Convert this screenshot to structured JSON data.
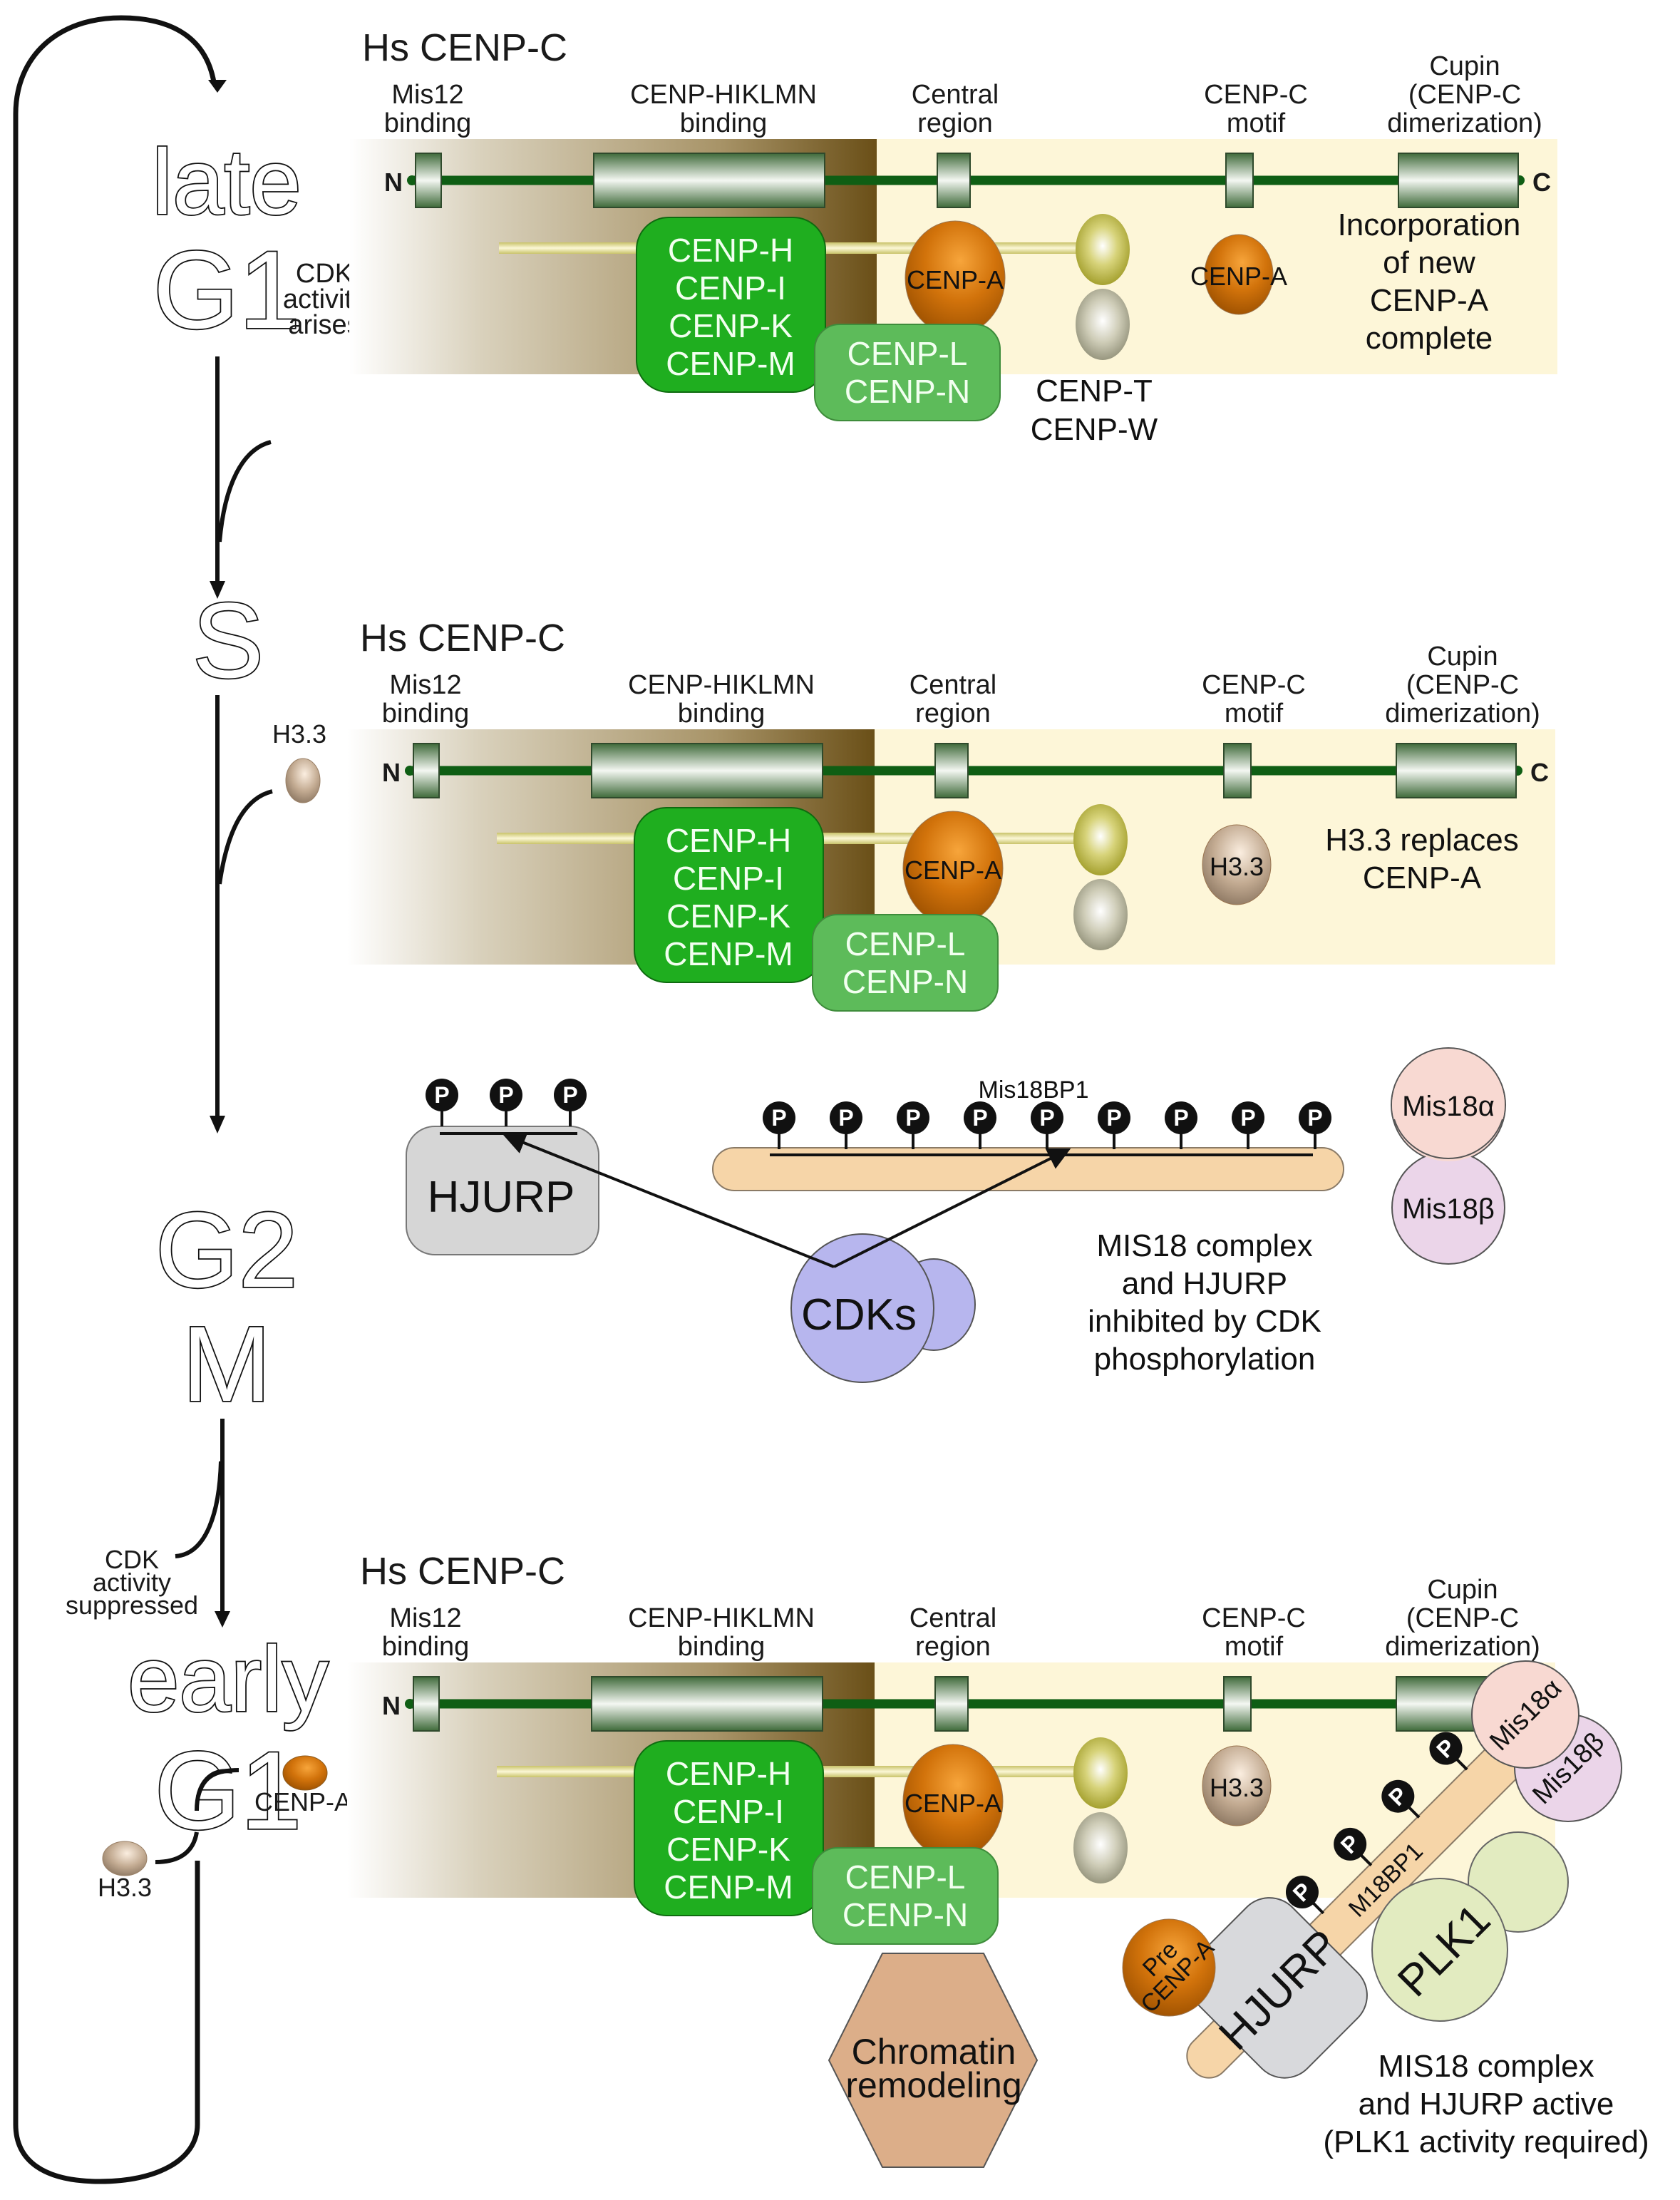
{
  "figure": {
    "cycle": {
      "phases": {
        "late_g1": [
          "late",
          "G1"
        ],
        "s": "S",
        "g2m": [
          "G2",
          "M"
        ],
        "early_g1": [
          "early",
          "G1"
        ]
      },
      "transitions": {
        "cdk_arises": [
          "CDK",
          "activity",
          "arises"
        ],
        "cdk_suppressed": [
          "CDK",
          "activity",
          "suppressed"
        ]
      },
      "histones": {
        "h33_s": "H3.3",
        "cenpa_early": "CENP-A",
        "h33_early": "H3.3"
      }
    },
    "cenpc_map": {
      "title": "Hs CENP-C",
      "n_label": "N",
      "c_label": "C",
      "domains": [
        [
          "Mis12",
          "binding"
        ],
        [
          "CENP-HIKLMN",
          "binding"
        ],
        [
          "Central",
          "region"
        ],
        [
          "CENP-C",
          "motif"
        ],
        [
          "Cupin",
          "(CENP-C",
          "dimerization)"
        ]
      ]
    },
    "complexes": {
      "hikm": [
        "CENP-H",
        "CENP-I",
        "CENP-K",
        "CENP-M"
      ],
      "ln": [
        "CENP-L",
        "CENP-N"
      ],
      "tw": [
        "CENP-T",
        "CENP-W"
      ],
      "cenpa": "CENP-A",
      "h33": "H3.3"
    },
    "panel1": {
      "nucleosome_motif": "CENP-A",
      "caption": [
        "Incorporation",
        "of new",
        "CENP-A",
        "complete"
      ]
    },
    "panel2": {
      "nucleosome_motif": "H3.3",
      "caption": [
        "H3.3 replaces",
        "CENP-A"
      ]
    },
    "panel3": {
      "hjurp": "HJURP",
      "phospho": "P",
      "hjurp_phospho_count": 3,
      "mis18bp1": "Mis18BP1",
      "mis18bp1_phospho_count": 9,
      "mis18a": "Mis18α",
      "mis18b": "Mis18β",
      "cdks": "CDKs",
      "caption": [
        "MIS18 complex",
        "and HJURP",
        "inhibited by CDK",
        "phosphorylation"
      ]
    },
    "panel4": {
      "nucleosome_motif": "H3.3",
      "m18bp1": "M18BP1",
      "phospho_count": 4,
      "mis18a": "Mis18α",
      "mis18b": "Mis18β",
      "plk1": "PLK1",
      "pre_cenpa": [
        "Pre",
        "CENP-A"
      ],
      "hjurp": "HJURP",
      "remodeling": [
        "Chromatin",
        "remodeling"
      ],
      "caption": [
        "MIS18 complex",
        "and HJURP active",
        "(PLK1 activity required)"
      ]
    },
    "colors": {
      "cenpc_line": "#0f5e14",
      "hikm_green": "#1fae1f",
      "ln_green": "#5dbb5a",
      "cenpa_orange": "#c76a06",
      "h33_tan": "#b9a08a",
      "cenpt_olive": "#b5b32c",
      "cenpw_grey": "#b4b39c",
      "bg_cream": "#fdf6d8",
      "bg_brown": "#6e5419",
      "mis18bp1_peach": "#f6d5a8",
      "hjurp_grey": "#d6d6d6",
      "cdk_blue": "#b7b6ee",
      "mis18a_pink": "#f8d9d2",
      "mis18b_lilac": "#ebd5e9",
      "plk1_green": "#e2ebc0",
      "remodel_tan": "#dcae89"
    }
  }
}
